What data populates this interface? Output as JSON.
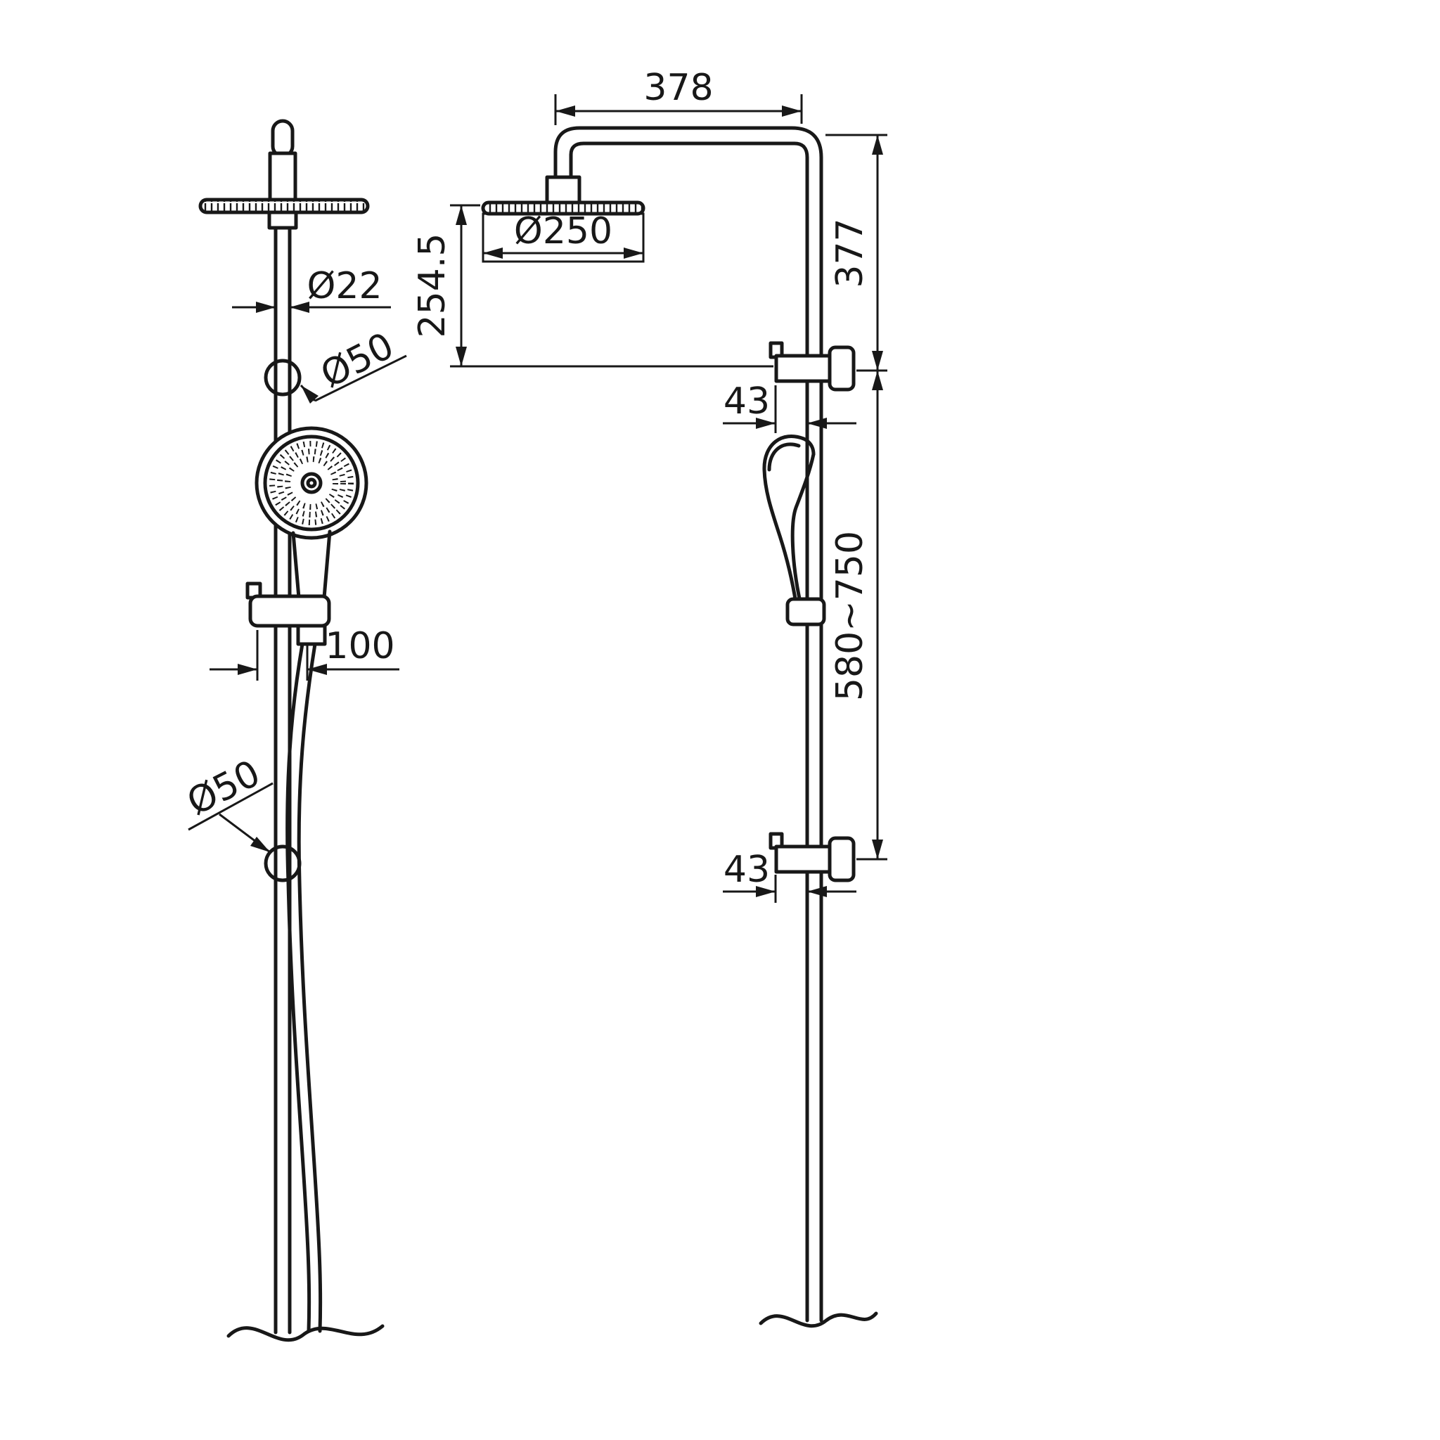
{
  "front_view": {
    "pipe_diameter": "Ø22",
    "upper_bracket_diameter": "Ø50",
    "holder_offset": "100",
    "lower_bracket_diameter": "Ø50"
  },
  "side_view": {
    "arm_width": "378",
    "riser_height": "377",
    "head_diameter": "Ø250",
    "head_drop": "254.5",
    "upper_wall_offset": "43",
    "rail_span": "580~750",
    "lower_wall_offset": "43"
  }
}
